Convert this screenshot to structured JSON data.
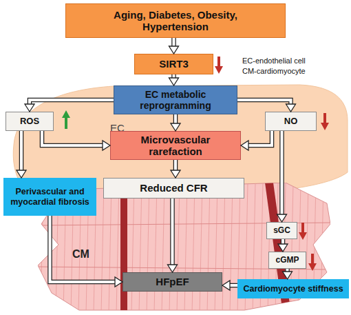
{
  "diagram": {
    "nodes": [
      {
        "text": [
          "Aging, Diabetes, Obesity, Hypertension"
        ]
      },
      {
        "text": [
          "SIRT3"
        ]
      },
      {
        "text": [
          "EC"
        ]
      },
      {
        "text": [
          "EC metabolic reprogramming"
        ],
        "in": 2
      },
      {
        "text": [
          "ROS"
        ],
        "in": 2
      },
      {
        "text": [
          "NO"
        ],
        "in": 2
      },
      {
        "text": [
          "Microvascular rarefaction"
        ],
        "in": 2
      },
      {
        "text": [
          "Perivascular and myocardial fibrosis"
        ]
      },
      {
        "text": [
          "Reduced CFR"
        ]
      },
      {
        "text": [
          "CM"
        ]
      },
      {
        "text": [
          "sGC"
        ],
        "in": 9
      },
      {
        "text": [
          "cGMP"
        ],
        "in": 9
      },
      {
        "text": [
          "HFpEF"
        ],
        "in": 9
      },
      {
        "text": [
          "Cardiomyocyte stiffness"
        ]
      }
    ],
    "edges": [
      {
        "from": 0,
        "to": 1,
        "arrow": "to"
      },
      {
        "from": 1,
        "to": 3,
        "arrow": "to"
      },
      {
        "from": 3,
        "to": 4,
        "arrow": "to"
      },
      {
        "from": 3,
        "to": 5,
        "arrow": "to"
      },
      {
        "from": 3,
        "to": 6,
        "arrow": "to"
      },
      {
        "from": 4,
        "to": 6,
        "arrow": "to"
      },
      {
        "from": 5,
        "to": 6,
        "arrow": "to"
      },
      {
        "from": 4,
        "to": 7,
        "arrow": "to"
      },
      {
        "from": 6,
        "to": 8,
        "arrow": "to"
      },
      {
        "from": 5,
        "to": 10,
        "arrow": "to"
      },
      {
        "from": 10,
        "to": 11,
        "arrow": "to"
      },
      {
        "from": 11,
        "to": 13,
        "arrow": "to"
      },
      {
        "from": 8,
        "to": 12,
        "arrow": "to"
      },
      {
        "from": 7,
        "to": 12,
        "arrow": "to"
      },
      {
        "from": 13,
        "to": 12,
        "arrow": "to"
      }
    ],
    "labels": [
      "EC-endothelial cell",
      "CM-cardiomyocyte"
    ]
  }
}
